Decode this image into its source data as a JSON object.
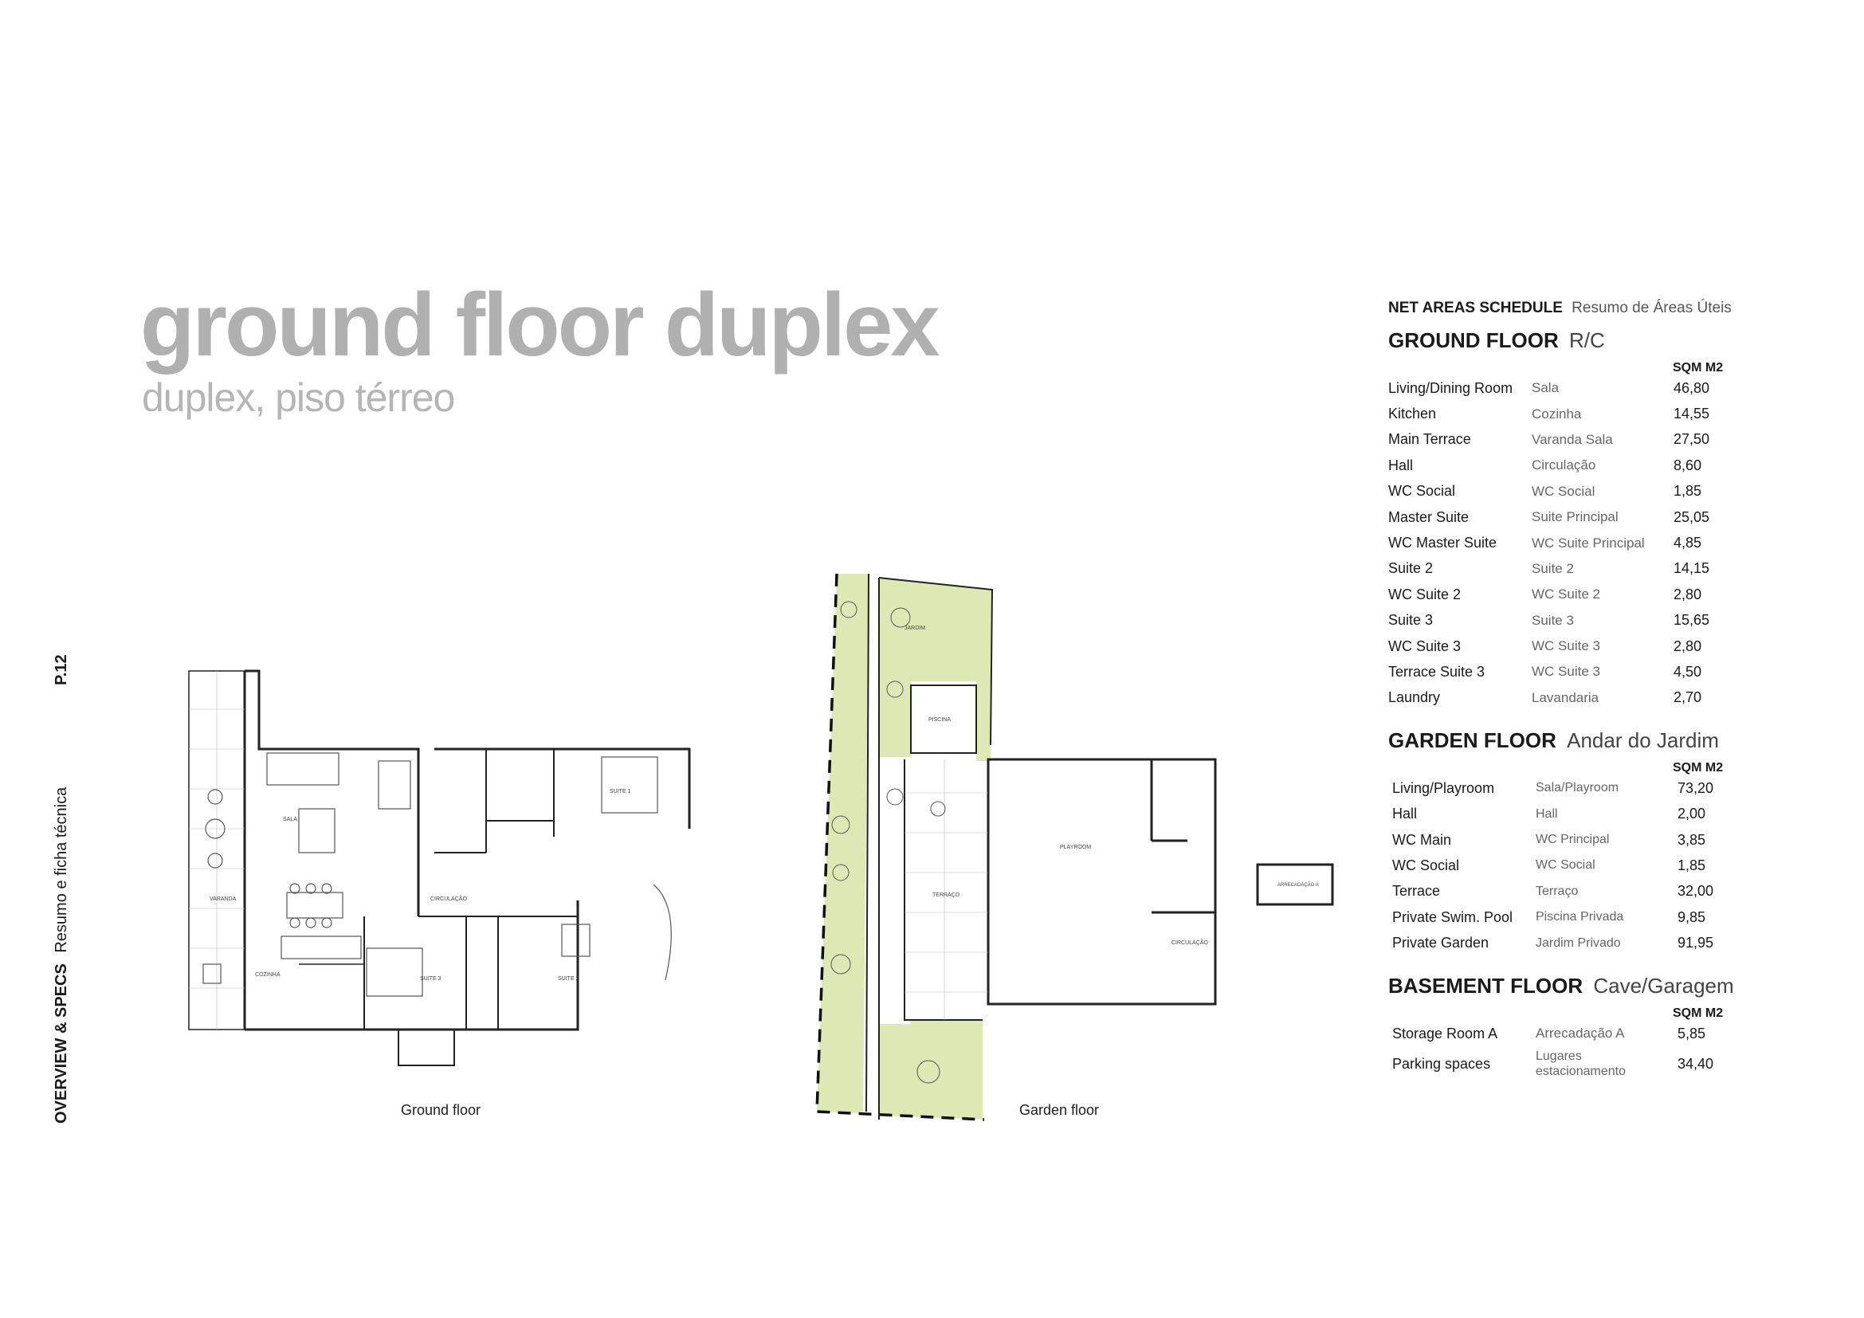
{
  "side": {
    "section": "OVERVIEW & SPECS",
    "section_pt": "Resumo e ficha técnica",
    "page": "P.12"
  },
  "header": {
    "title": "ground floor duplex",
    "subtitle": "duplex, piso térreo"
  },
  "plans": {
    "ground_caption": "Ground floor",
    "garden_caption": "Garden floor"
  },
  "colors": {
    "title_grey": "#b0b0b0",
    "garden_green": "#dde8b5"
  },
  "schedule": {
    "title": "NET AREAS SCHEDULE",
    "title_pt": "Resumo de Áreas Úteis",
    "unit": "SQM M2",
    "ground": {
      "title": "GROUND FLOOR",
      "title_pt": "R/C",
      "rows": [
        {
          "en": "Living/Dining Room",
          "pt": "Sala",
          "val": "46,80"
        },
        {
          "en": "Kitchen",
          "pt": "Cozinha",
          "val": "14,55"
        },
        {
          "en": "Main Terrace",
          "pt": "Varanda Sala",
          "val": "27,50"
        },
        {
          "en": "Hall",
          "pt": "Circulação",
          "val": "8,60"
        },
        {
          "en": "WC Social",
          "pt": "WC Social",
          "val": "1,85"
        },
        {
          "en": "Master Suite",
          "pt": "Suite Principal",
          "val": "25,05"
        },
        {
          "en": "WC Master Suite",
          "pt": "WC Suite Principal",
          "val": "4,85"
        },
        {
          "en": "Suite 2",
          "pt": "Suite 2",
          "val": "14,15"
        },
        {
          "en": "WC Suite 2",
          "pt": "WC Suite 2",
          "val": "2,80"
        },
        {
          "en": "Suite 3",
          "pt": "Suite 3",
          "val": "15,65"
        },
        {
          "en": "WC Suite 3",
          "pt": "WC Suite 3",
          "val": "2,80"
        },
        {
          "en": "Terrace Suite 3",
          "pt": "WC Suite 3",
          "val": "4,50"
        },
        {
          "en": "Laundry",
          "pt": "Lavandaria",
          "val": "2,70"
        }
      ]
    },
    "garden": {
      "title": "GARDEN FLOOR",
      "title_pt": "Andar do Jardim",
      "rows": [
        {
          "en": "Living/Playroom",
          "pt": "Sala/Playroom",
          "val": "73,20"
        },
        {
          "en": "Hall",
          "pt": "Hall",
          "val": "2,00"
        },
        {
          "en": "WC Main",
          "pt": "WC Principal",
          "val": "3,85"
        },
        {
          "en": "WC Social",
          "pt": "WC Social",
          "val": "1,85"
        },
        {
          "en": "Terrace",
          "pt": "Terraço",
          "val": "32,00"
        },
        {
          "en": "Private Swim. Pool",
          "pt": "Piscina Privada",
          "val": "9,85"
        },
        {
          "en": "Private Garden",
          "pt": "Jardim Privado",
          "val": "91,95"
        }
      ]
    },
    "basement": {
      "title": "BASEMENT FLOOR",
      "title_pt": "Cave/Garagem",
      "rows": [
        {
          "en": "Storage Room A",
          "pt": "Arrecadação A",
          "val": "5,85"
        },
        {
          "en": "Parking spaces",
          "pt": "Lugares estacionamento",
          "val": "34,40"
        }
      ]
    }
  }
}
